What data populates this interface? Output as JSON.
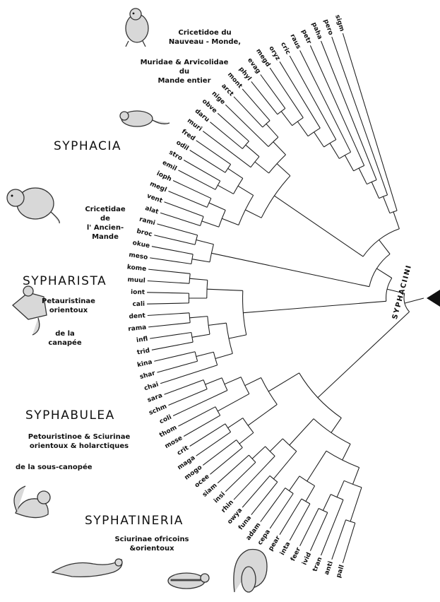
{
  "tribe_label": "SYPHACIINI",
  "genera": {
    "syphacia": "SYPHACIA",
    "sypharista": "SYPHARISTA",
    "syphabulea": "SYPHABULEA",
    "syphatineria": "SYPHATINERIA"
  },
  "hosts": {
    "new_world_1": "Cricetidoe du",
    "new_world_2": "Nauveau - Monde,",
    "muridae_1": "Muridae & Arvicolidae",
    "muridae_2": "du",
    "muridae_3": "Mande entier",
    "old_world_1": "Cricetidae",
    "old_world_2": "de",
    "old_world_3": "l' Ancien- Mande",
    "petaur_1": "Petauristinae",
    "petaur_2": "orientoux",
    "petaur_3": "de la",
    "petaur_4": "canapée",
    "sciur_1": "Petouristinoe & Sciurinae",
    "sciur_2": "orientoux & holarctiques",
    "sciur_3": "de la  sous-canopée",
    "afr_1": "Sciurinae ofricoins",
    "afr_2": "&orientoux"
  },
  "taxa": [
    "sigm",
    "pero",
    "paha",
    "petr",
    "raus",
    "cric",
    "oryz",
    "megd",
    "evag",
    "phyl",
    "mont",
    "arct",
    "nige",
    "obve",
    "daru",
    "muri",
    "fred",
    "odil",
    "stro",
    "emil",
    "ioph",
    "megl",
    "vent",
    "alat",
    "rami",
    "broc",
    "okue",
    "meso",
    "kome",
    "muul",
    "iont",
    "cali",
    "dent",
    "rama",
    "infl",
    "trid",
    "kina",
    "shar",
    "chai",
    "sara",
    "schm",
    "coli",
    "thom",
    "mose",
    "crit",
    "maga",
    "mogo",
    "ocee",
    "siam",
    "insi",
    "rhin",
    "owya",
    "funa",
    "adam",
    "cepa",
    "pear",
    "inta",
    "feer",
    "ivid",
    "tran",
    "anti",
    "pall"
  ],
  "icons": [
    "hamster-icon",
    "vole-icon",
    "rat-icon",
    "flying-squirrel-icon",
    "squirrel-icon",
    "weasel-icon",
    "chipmunk-icon",
    "bushy-tail-squirrel-icon",
    "root-icon"
  ]
}
